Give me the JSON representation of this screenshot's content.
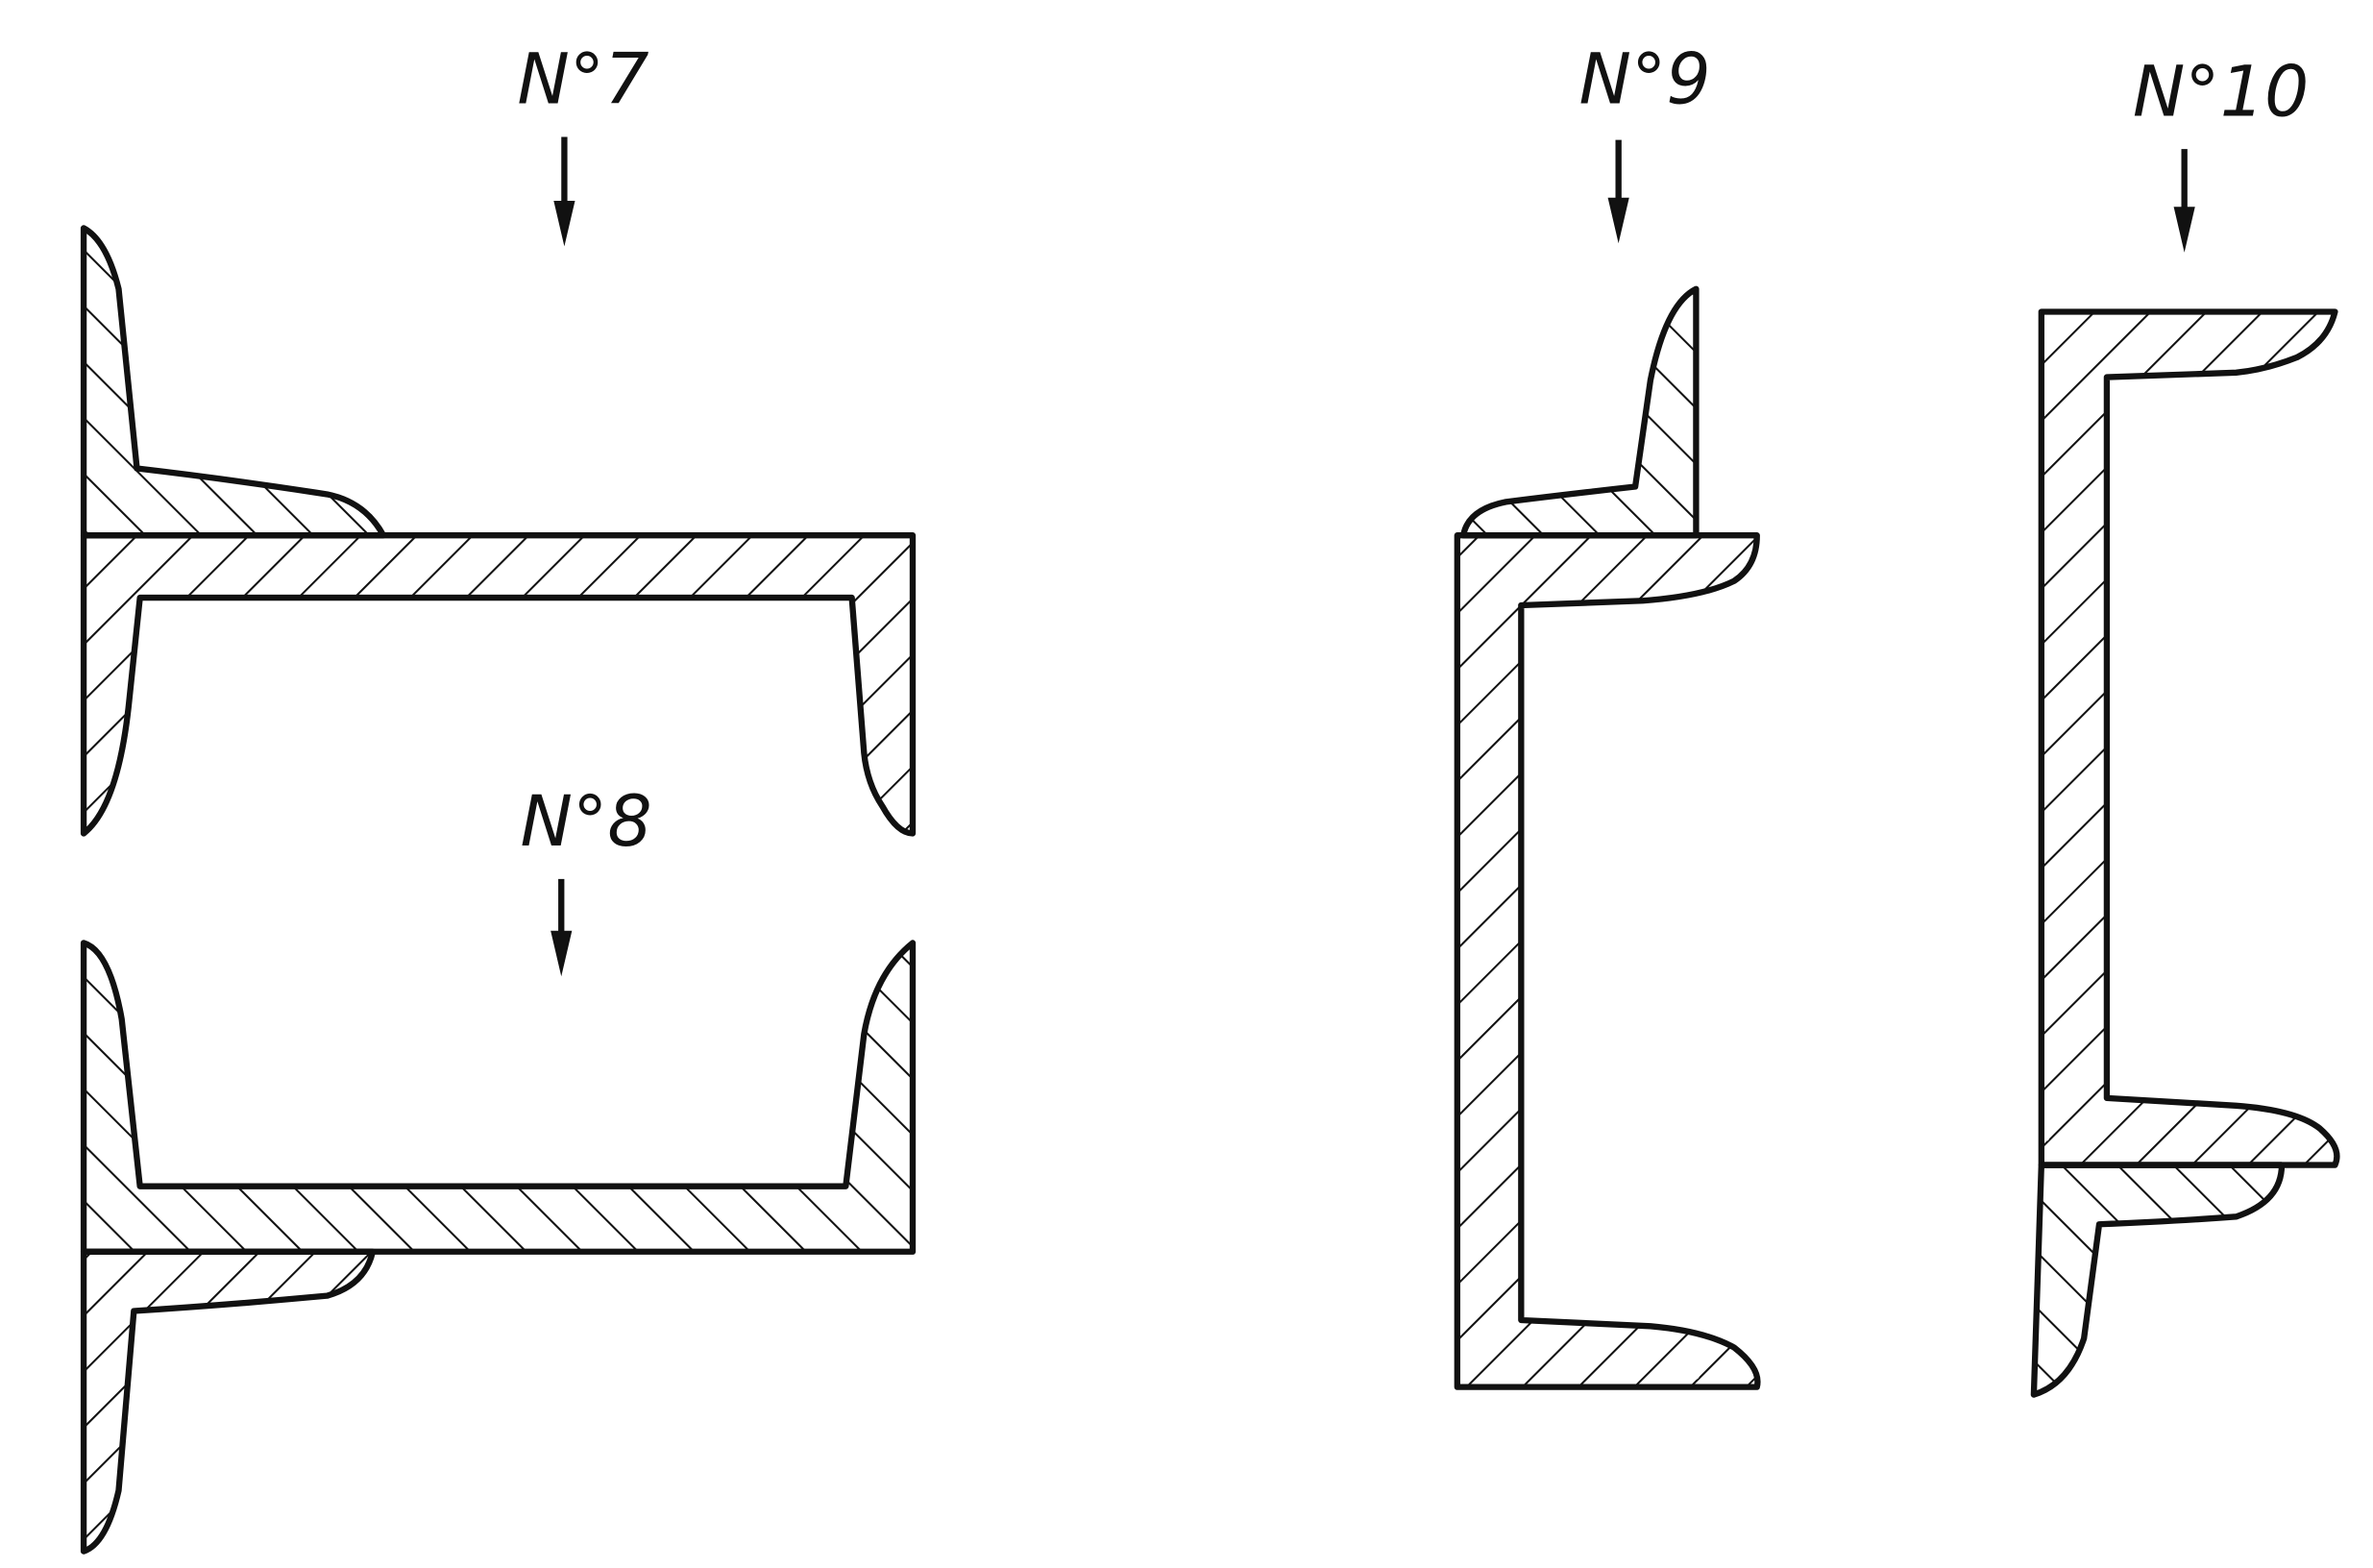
{
  "figure": {
    "sections": [
      {
        "id": "n7",
        "label": "N°7"
      },
      {
        "id": "n8",
        "label": "N°8"
      },
      {
        "id": "n9",
        "label": "N°9"
      },
      {
        "id": "n10",
        "label": "N°10"
      }
    ]
  }
}
